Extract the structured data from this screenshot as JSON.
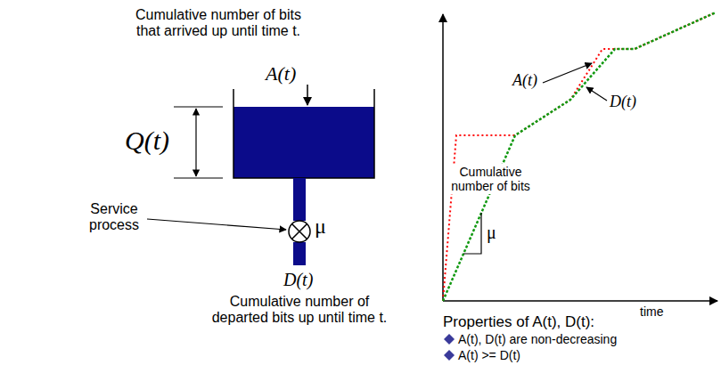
{
  "diagram": {
    "labels": [
      "Cumulative number of bits that arrived up until time t.",
      "A(t)",
      "Q(t)",
      "Service process",
      "μ",
      "D(t)",
      "Cumulative number of departed bits up until time t.",
      "Cumulative number of bits",
      "A(t)",
      "D(t)",
      "μ",
      "time",
      "Properties of A(t), D(t):",
      "A(t), D(t) are non-decreasing",
      "A(t) >= D(t)"
    ]
  }
}
